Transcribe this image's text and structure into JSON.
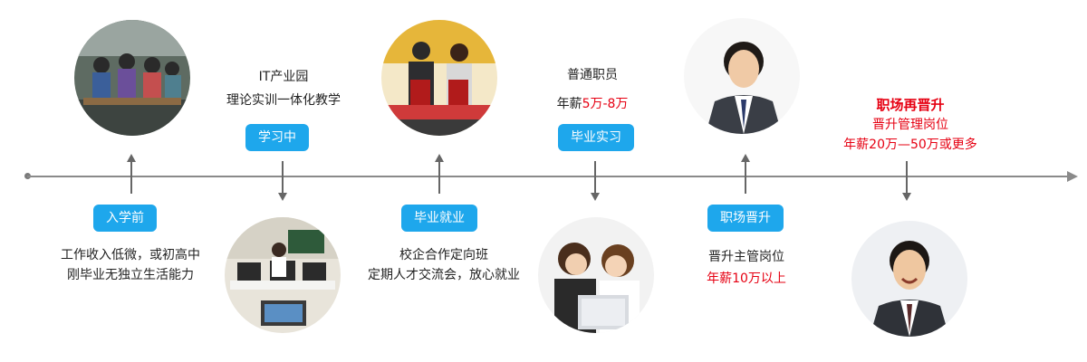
{
  "stages": [
    {
      "badge": "入学前",
      "lines": [
        "工作收入低微，或初高中",
        "刚毕业无独立生活能力"
      ],
      "photo": "students-workshop-photo"
    },
    {
      "badge": "学习中",
      "lines": [
        "IT产业园",
        "理论实训一体化教学"
      ],
      "photo": "computer-classroom-photo"
    },
    {
      "badge": "毕业就业",
      "lines": [
        "校企合作定向班",
        "定期人才交流会，放心就业"
      ],
      "photo": "signing-ceremony-photo"
    },
    {
      "badge": "毕业实习",
      "title": "普通职员",
      "salary_prefix": "年薪",
      "salary_value": "5万-8万",
      "photo": "couple-laptop-photo"
    },
    {
      "badge": "职场晋升",
      "line1": "晋升主管岗位",
      "line2": "年薪10万以上",
      "photo": "businessman-photo"
    },
    {
      "title": "职场再晋升",
      "line1": "晋升管理岗位",
      "line2": "年薪20万—50万或更多",
      "photo": "smiling-manager-photo"
    }
  ],
  "colors": {
    "badge": "#1ea7ec",
    "accent_red": "#e60012",
    "timeline": "#8a8a8a",
    "text": "#222222"
  }
}
